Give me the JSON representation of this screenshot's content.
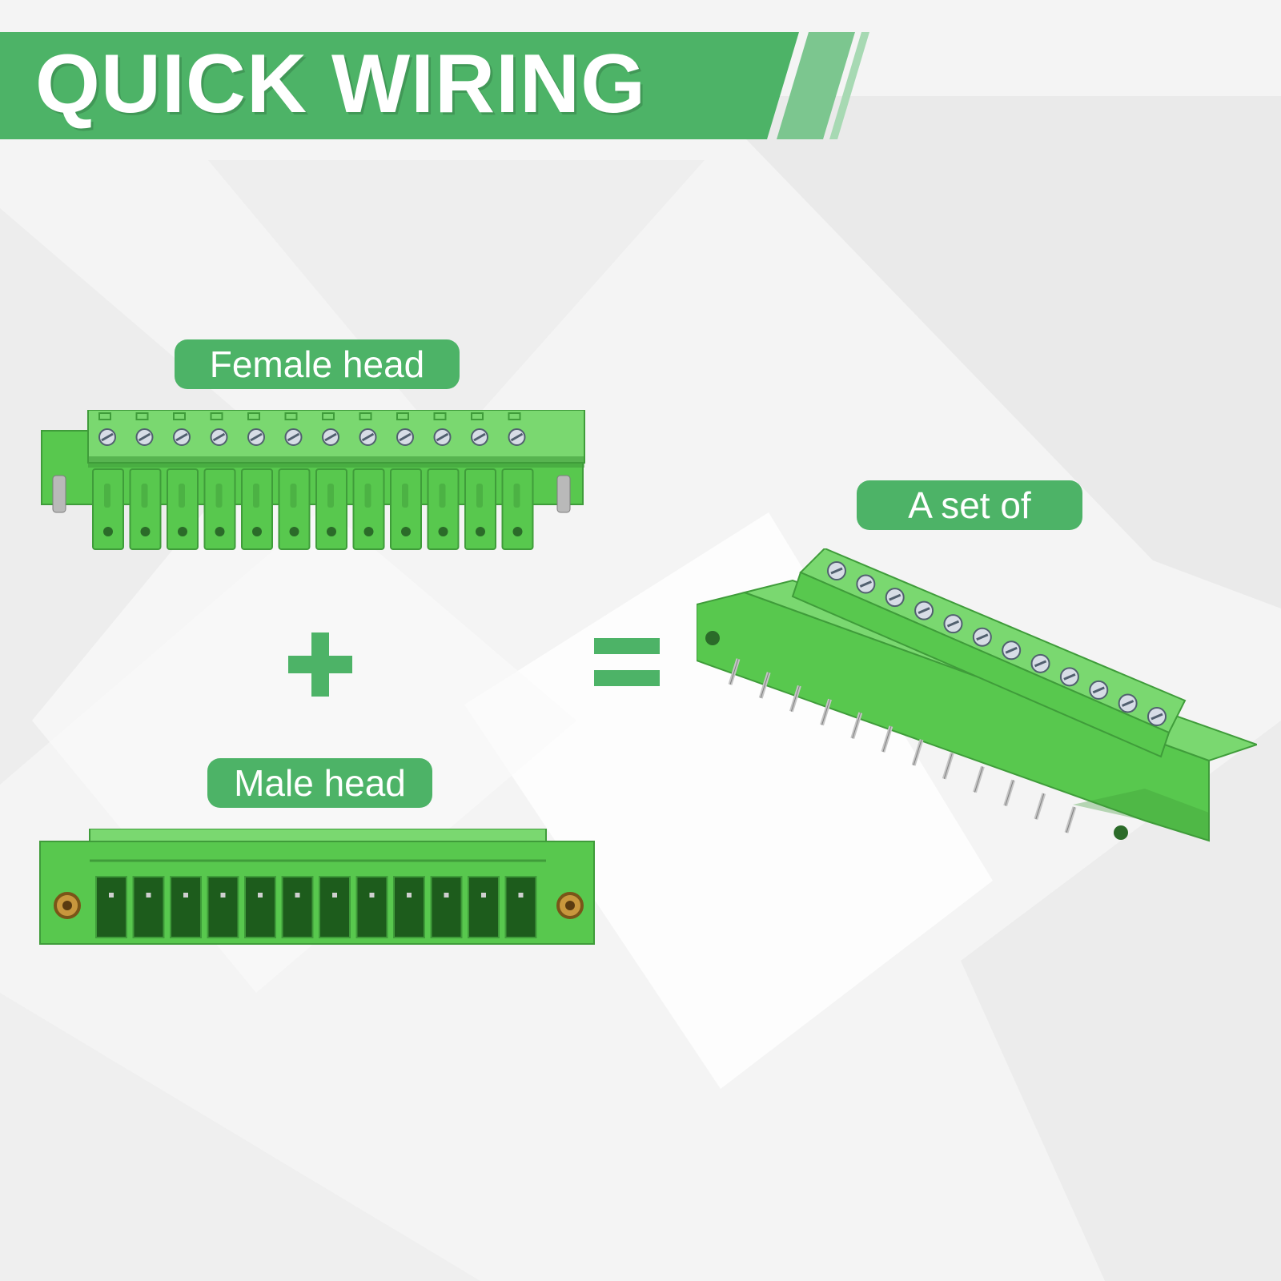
{
  "banner": {
    "title": "QUICK WIRING"
  },
  "labels": {
    "female": "Female head",
    "male": "Male head",
    "assembled": "A set of"
  },
  "symbols": {
    "plus": "plus-icon",
    "equals": "equals-icon"
  },
  "connectors": {
    "pin_count": 12
  },
  "colors": {
    "accent_green": "#4db367",
    "connector_green": "#58c84e",
    "connector_shadow": "#3f9c3a",
    "background": "#f4f4f4"
  }
}
